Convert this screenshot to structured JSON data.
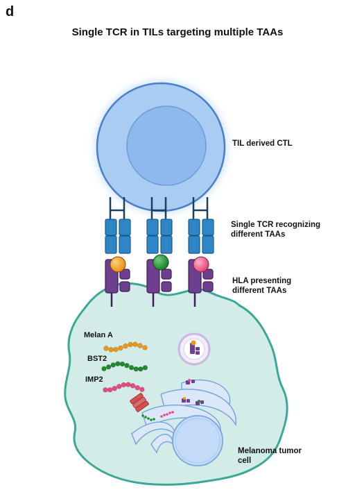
{
  "panel_letter": "d",
  "title": "Single TCR in TILs targeting multiple TAAs",
  "labels": {
    "til": "TIL derived CTL",
    "tcr_line1": "Single TCR recognizing",
    "tcr_line2": "different TAAs",
    "hla_line1": "HLA presenting",
    "hla_line2": "different TAAs",
    "tumor_line1": "Melanoma tumor",
    "tumor_line2": "cell"
  },
  "antigens": [
    {
      "name": "Melan A",
      "color": "#f0960f"
    },
    {
      "name": "BST2",
      "color": "#1f8a2e"
    },
    {
      "name": "IMP2",
      "color": "#ec4a7f"
    }
  ],
  "colors": {
    "tcr": "#2f86c6",
    "hla": "#6d3f8e",
    "tcell_outer": "#a9cdf2",
    "tcell_nucleus": "#8fb8ec",
    "tumor_fill": "#d3ece7",
    "tumor_border": "#3aa898",
    "er": "#dbe8fa",
    "proteasome": "#d95050"
  }
}
